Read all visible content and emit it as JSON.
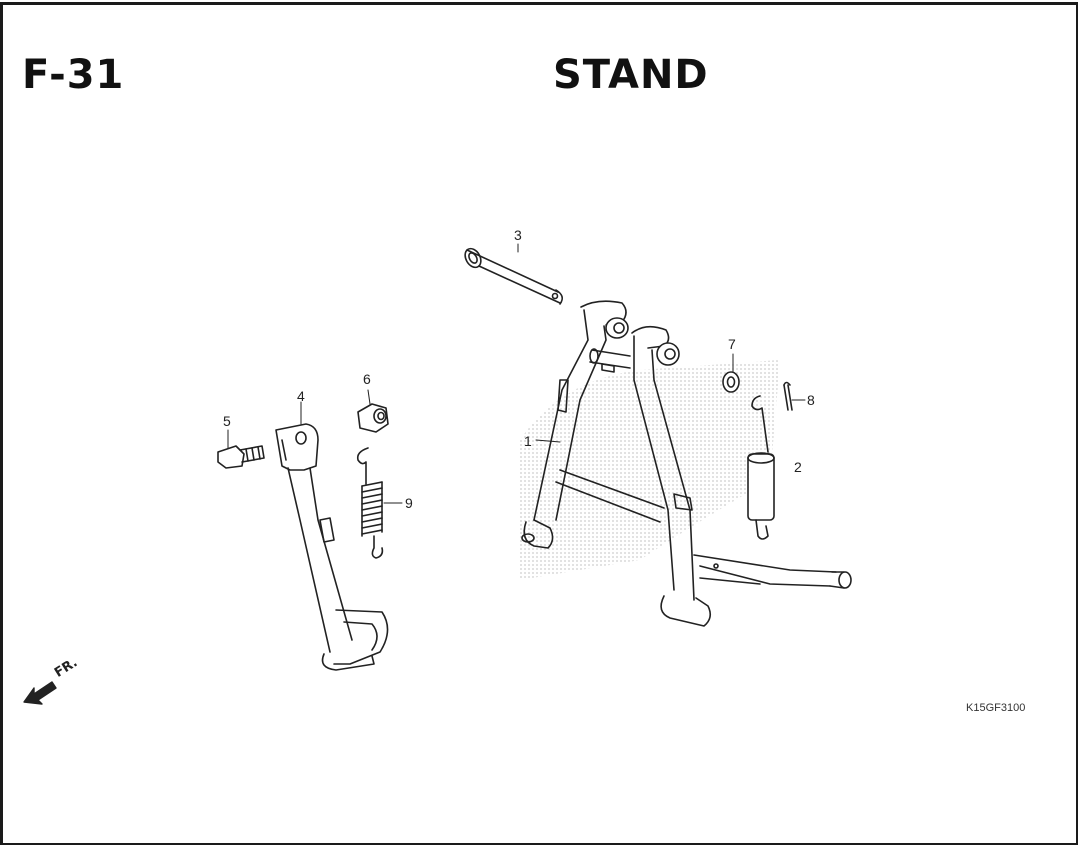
{
  "header": {
    "code": "F-31",
    "title": "STAND"
  },
  "callouts": [
    {
      "id": "1",
      "label": "1"
    },
    {
      "id": "2",
      "label": "2"
    },
    {
      "id": "3",
      "label": "3"
    },
    {
      "id": "4",
      "label": "4"
    },
    {
      "id": "5",
      "label": "5"
    },
    {
      "id": "6",
      "label": "6"
    },
    {
      "id": "7",
      "label": "7"
    },
    {
      "id": "8",
      "label": "8"
    },
    {
      "id": "9",
      "label": "9"
    }
  ],
  "direction_indicator": {
    "label": "FR.",
    "icon": "front-arrow-icon"
  },
  "reference_code": "K15GF3100",
  "colors": {
    "line": "#222222",
    "watermark": "#cfcfcf"
  }
}
